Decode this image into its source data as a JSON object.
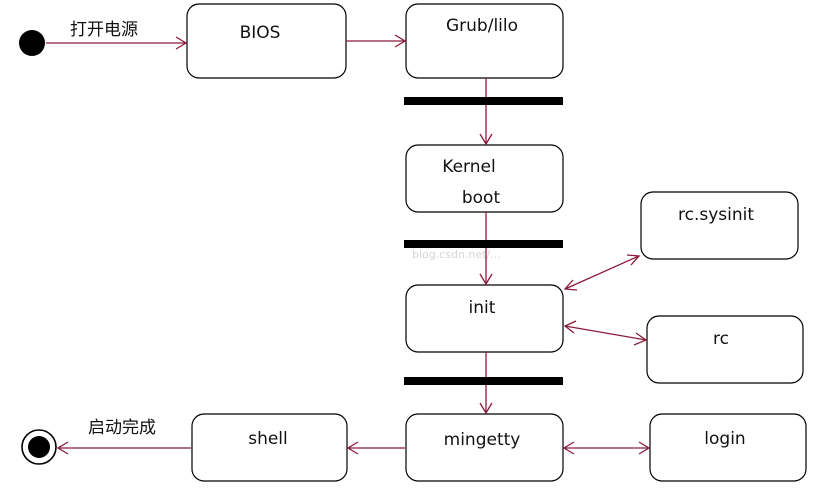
{
  "diagram": {
    "start_label": "打开电源",
    "end_label": "启动完成",
    "states": {
      "bios": "BIOS",
      "grub": "Grub/lilo",
      "kernel_line1": "Kernel",
      "kernel_line2": "boot",
      "init": "init",
      "rc_sysinit": "rc.sysinit",
      "rc": "rc",
      "mingetty": "mingetty",
      "login": "login",
      "shell": "shell"
    },
    "watermark": "blog.csdn.net/..."
  },
  "colors": {
    "arrow": "#8b1a3a",
    "box_border": "#000000",
    "sync_bar": "#000000"
  }
}
